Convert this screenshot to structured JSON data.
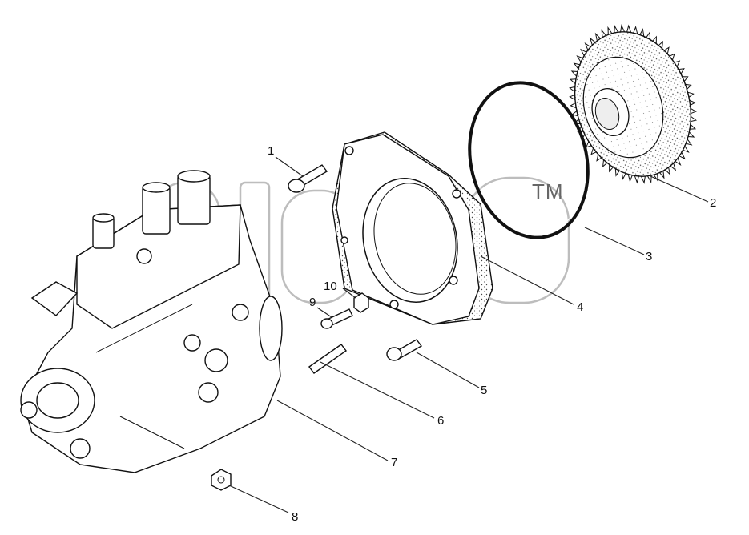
{
  "watermark": {
    "trademark": "TM"
  },
  "callouts": [
    {
      "id": "1",
      "label": "1",
      "part": "bolt"
    },
    {
      "id": "2",
      "label": "2",
      "part": "pump-drive-gear"
    },
    {
      "id": "3",
      "label": "3",
      "part": "o-ring-seal"
    },
    {
      "id": "4",
      "label": "4",
      "part": "mounting-flange"
    },
    {
      "id": "5",
      "label": "5",
      "part": "flange-bolt"
    },
    {
      "id": "6",
      "label": "6",
      "part": "stud"
    },
    {
      "id": "7",
      "label": "7",
      "part": "fuel-injection-pump"
    },
    {
      "id": "8",
      "label": "8",
      "part": "nut"
    },
    {
      "id": "9",
      "label": "9",
      "part": "screw"
    },
    {
      "id": "10",
      "label": "10",
      "part": "nut"
    }
  ]
}
